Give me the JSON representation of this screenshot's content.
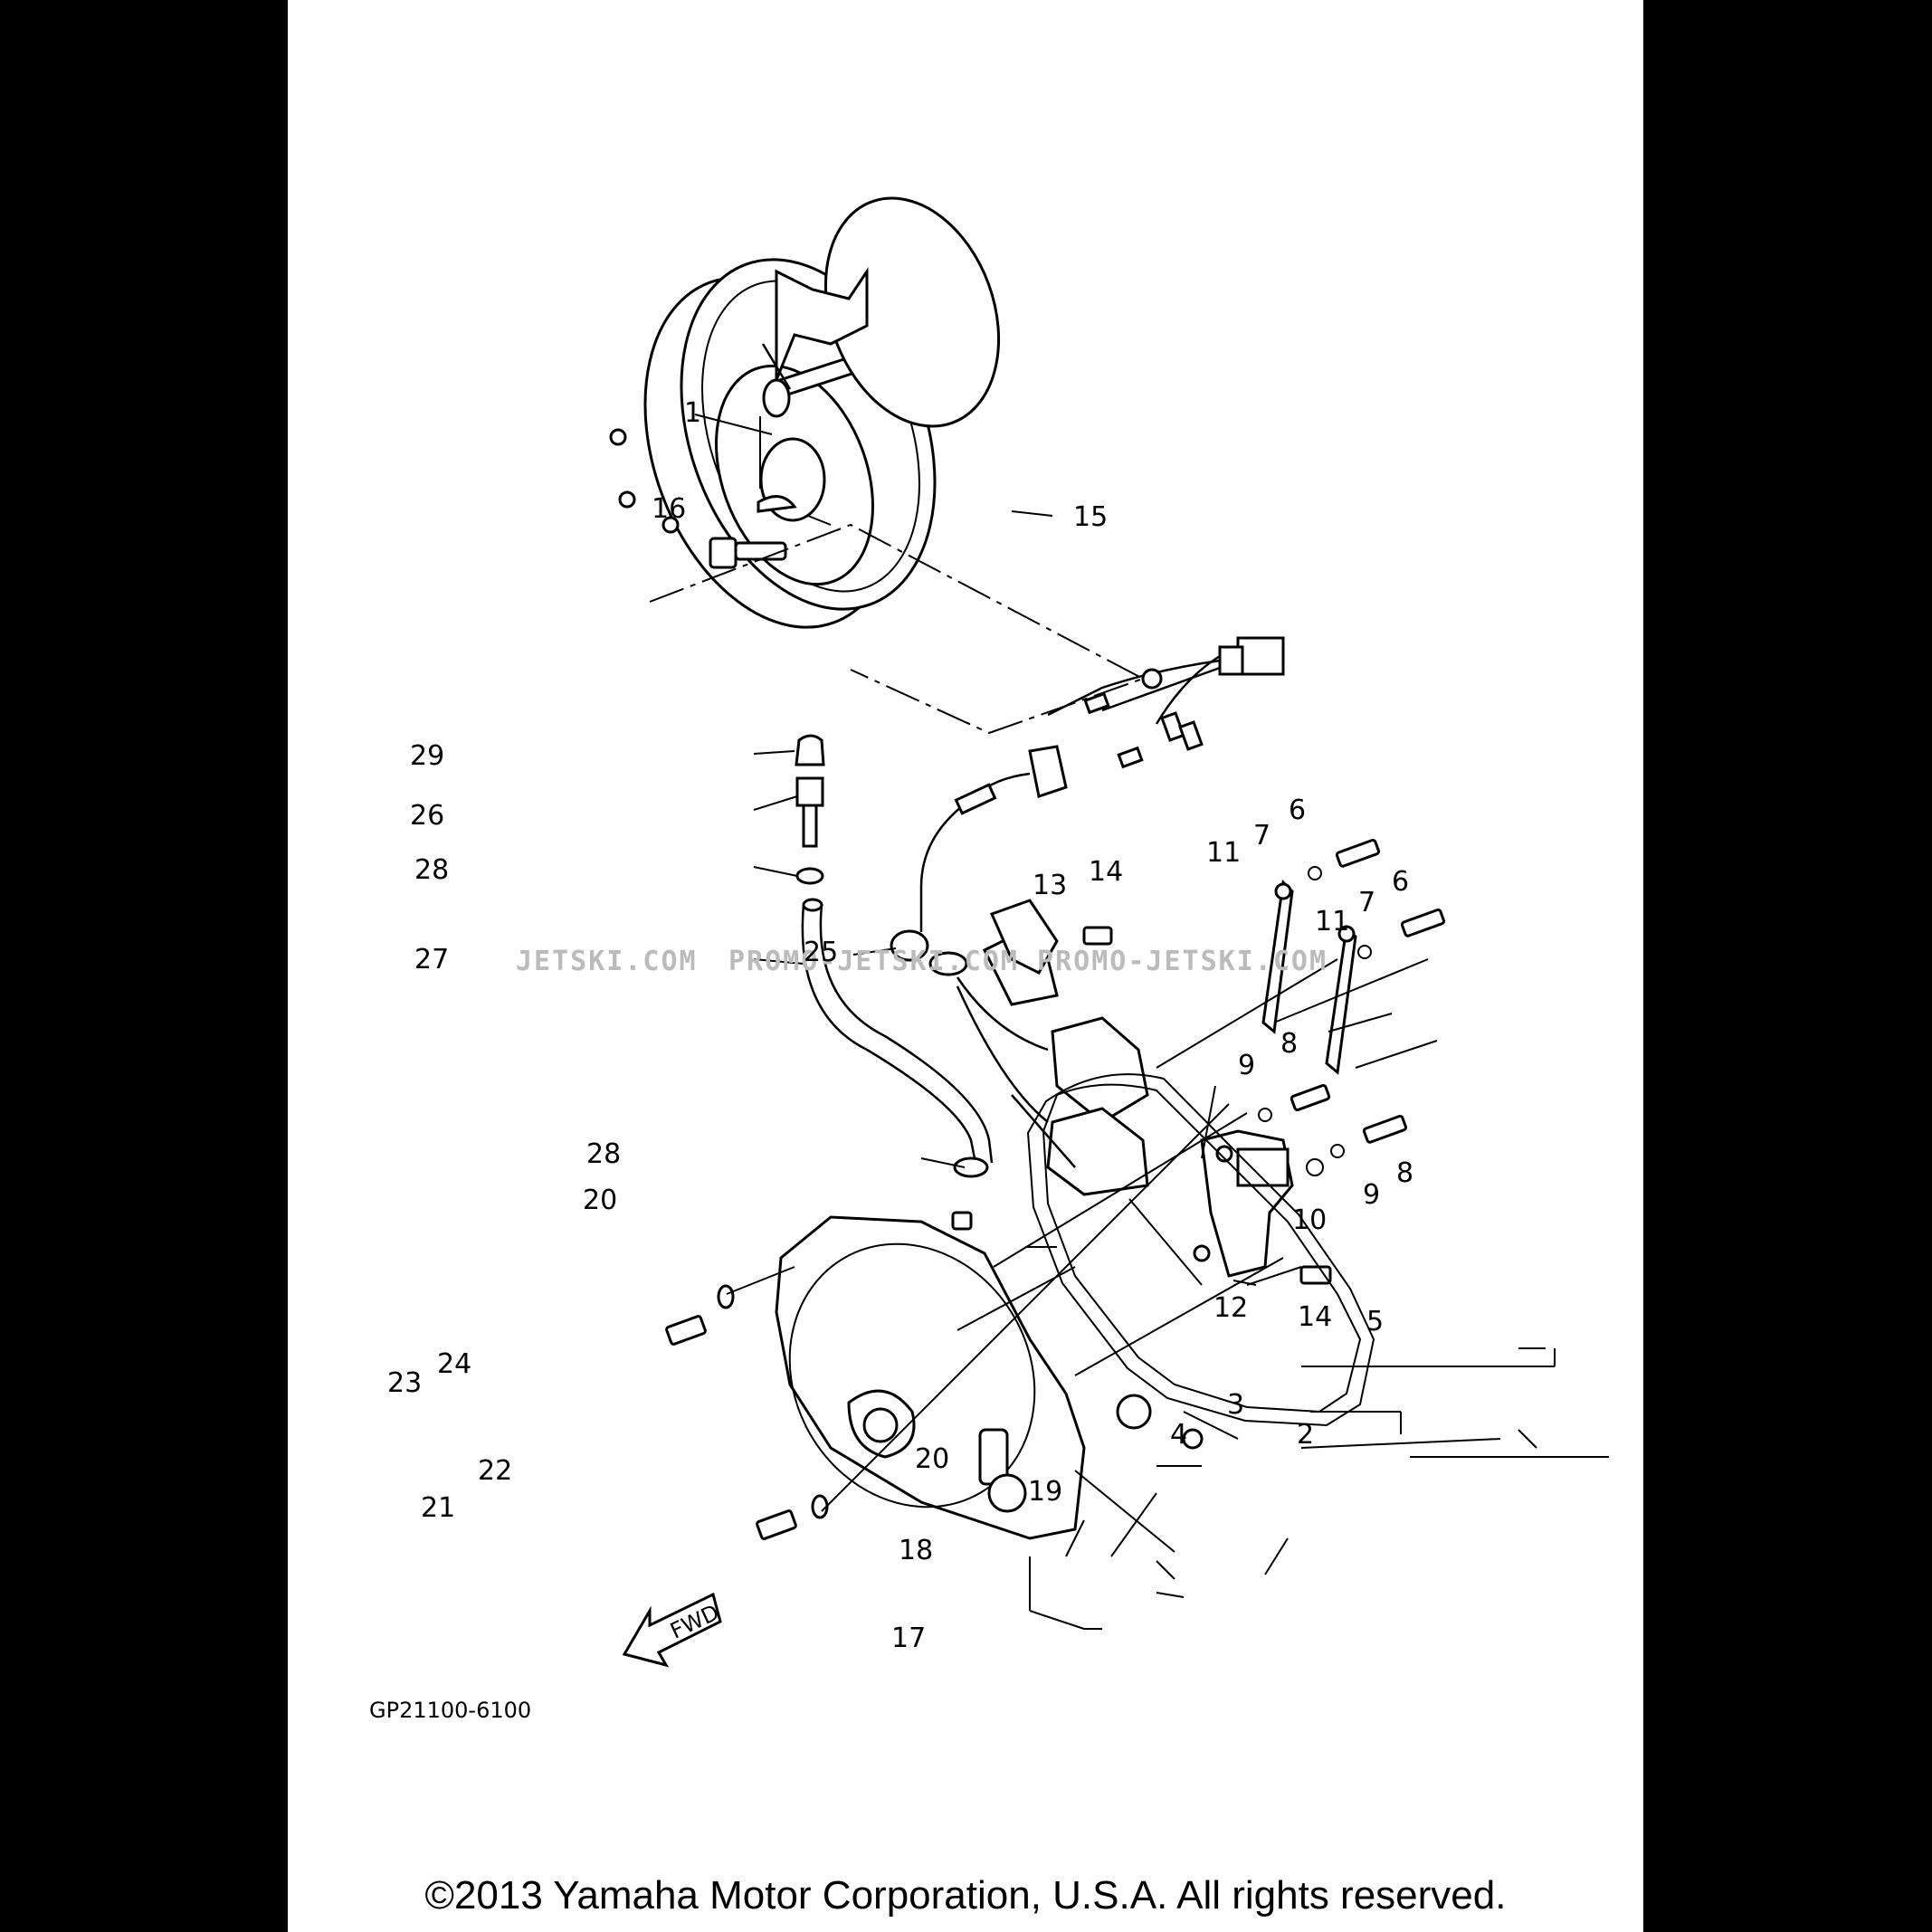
{
  "diagram": {
    "callouts": [
      "1",
      "2",
      "3",
      "4",
      "5",
      "6",
      "6",
      "7",
      "7",
      "8",
      "8",
      "9",
      "9",
      "10",
      "11",
      "11",
      "12",
      "13",
      "14",
      "14",
      "15",
      "16",
      "17",
      "18",
      "19",
      "20",
      "20",
      "21",
      "22",
      "23",
      "24",
      "25",
      "26",
      "27",
      "28",
      "28",
      "29"
    ],
    "fwd_label": "FWD",
    "drawing_code": "GP21100-6100"
  },
  "watermark": {
    "left": "JETSKI.COM",
    "right": "PROMO-JETSKI.COM  PROMO-JETSKI.COM"
  },
  "footer": {
    "copyright": "©2013 Yamaha Motor Corporation, U.S.A. All rights reserved."
  }
}
